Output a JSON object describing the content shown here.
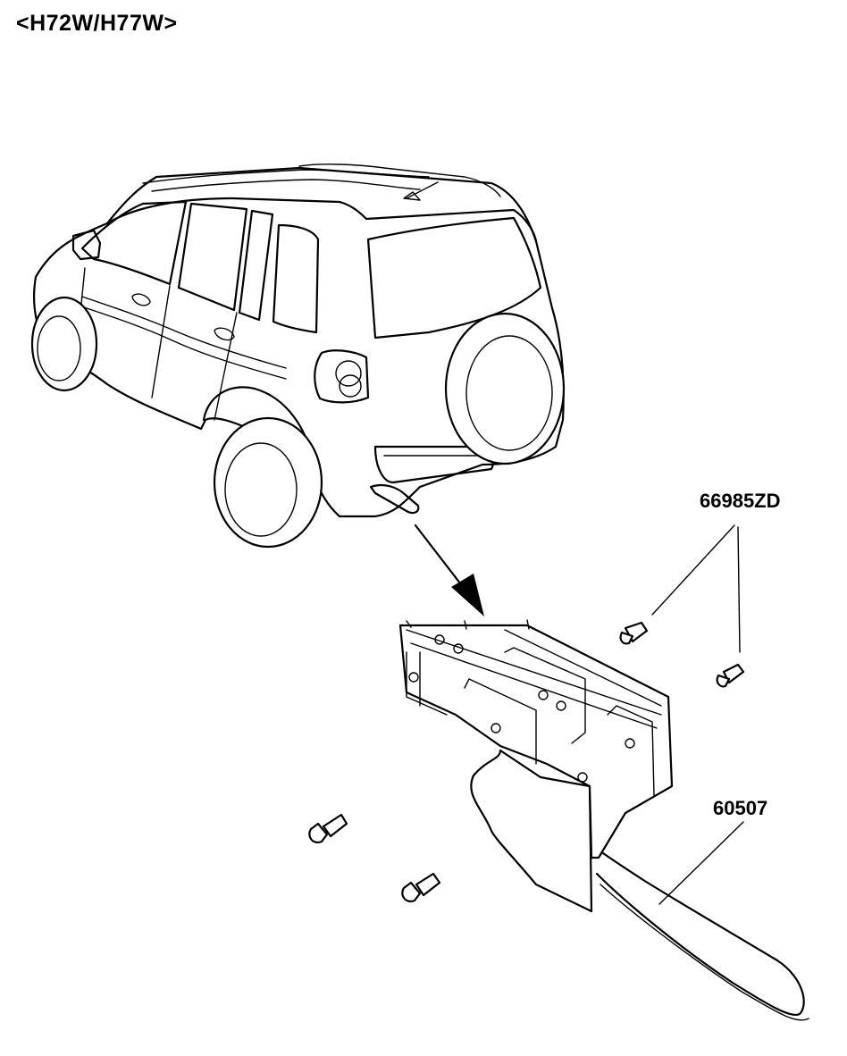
{
  "header": {
    "model_codes": "<H72W/H77W>"
  },
  "callouts": {
    "bolts_part_number": "66985ZD",
    "bracket_part_number": "60507"
  }
}
